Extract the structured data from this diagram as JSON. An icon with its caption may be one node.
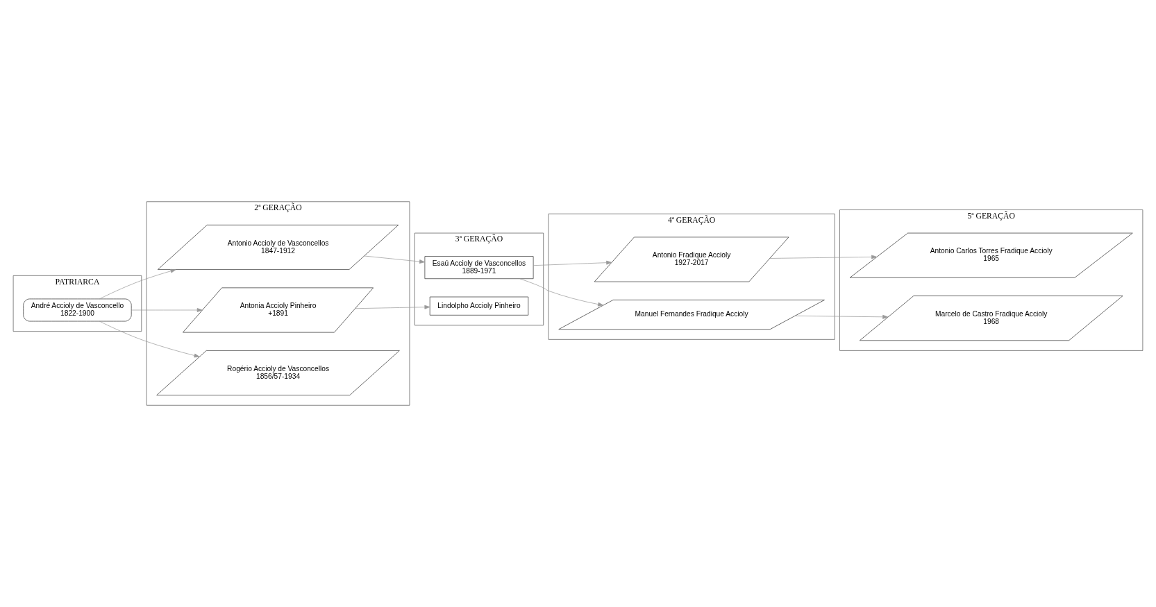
{
  "diagram": {
    "nodes": [
      {
        "text": [
          "PATRIARCA"
        ]
      },
      {
        "text": [
          "André Accioly de Vasconcello",
          "1822-1900"
        ],
        "in": 0
      },
      {
        "text": [
          "2ª GERAÇÃO"
        ]
      },
      {
        "text": [
          "Antonio Accioly de Vasconcellos",
          "1847-1912"
        ],
        "in": 2
      },
      {
        "text": [
          "Antonia Accioly Pinheiro",
          "+1891"
        ],
        "in": 2
      },
      {
        "text": [
          "Rogério Accioly de Vasconcellos",
          "1856/57-1934"
        ],
        "in": 2
      },
      {
        "text": [
          "3ª GERAÇÃO"
        ]
      },
      {
        "text": [
          "Esaú Accioly de Vasconcellos",
          "1889-1971"
        ],
        "in": 6
      },
      {
        "text": [
          "Lindolpho Accioly Pinheiro"
        ],
        "in": 6
      },
      {
        "text": [
          "4ª GERAÇÃO"
        ]
      },
      {
        "text": [
          "Antonio Fradique Accioly",
          "1927-2017"
        ],
        "in": 9
      },
      {
        "text": [
          "Manuel Fernandes Fradique Accioly"
        ],
        "in": 9
      },
      {
        "text": [
          "5ª GERAÇÃO"
        ]
      },
      {
        "text": [
          "Antonio Carlos Torres Fradique Accioly",
          "1965"
        ],
        "in": 12
      },
      {
        "text": [
          "Marcelo de Castro Fradique Accioly",
          "1968"
        ],
        "in": 12
      }
    ],
    "edges": [
      {
        "from": 1,
        "to": 3,
        "arrow": "to"
      },
      {
        "from": 1,
        "to": 4,
        "arrow": "to"
      },
      {
        "from": 1,
        "to": 5,
        "arrow": "to"
      },
      {
        "from": 3,
        "to": 7,
        "arrow": "to"
      },
      {
        "from": 4,
        "to": 8,
        "arrow": "to"
      },
      {
        "from": 7,
        "to": 10,
        "arrow": "to"
      },
      {
        "from": 7,
        "to": 11,
        "arrow": "to"
      },
      {
        "from": 10,
        "to": 13,
        "arrow": "to"
      },
      {
        "from": 11,
        "to": 14,
        "arrow": "to"
      }
    ]
  }
}
